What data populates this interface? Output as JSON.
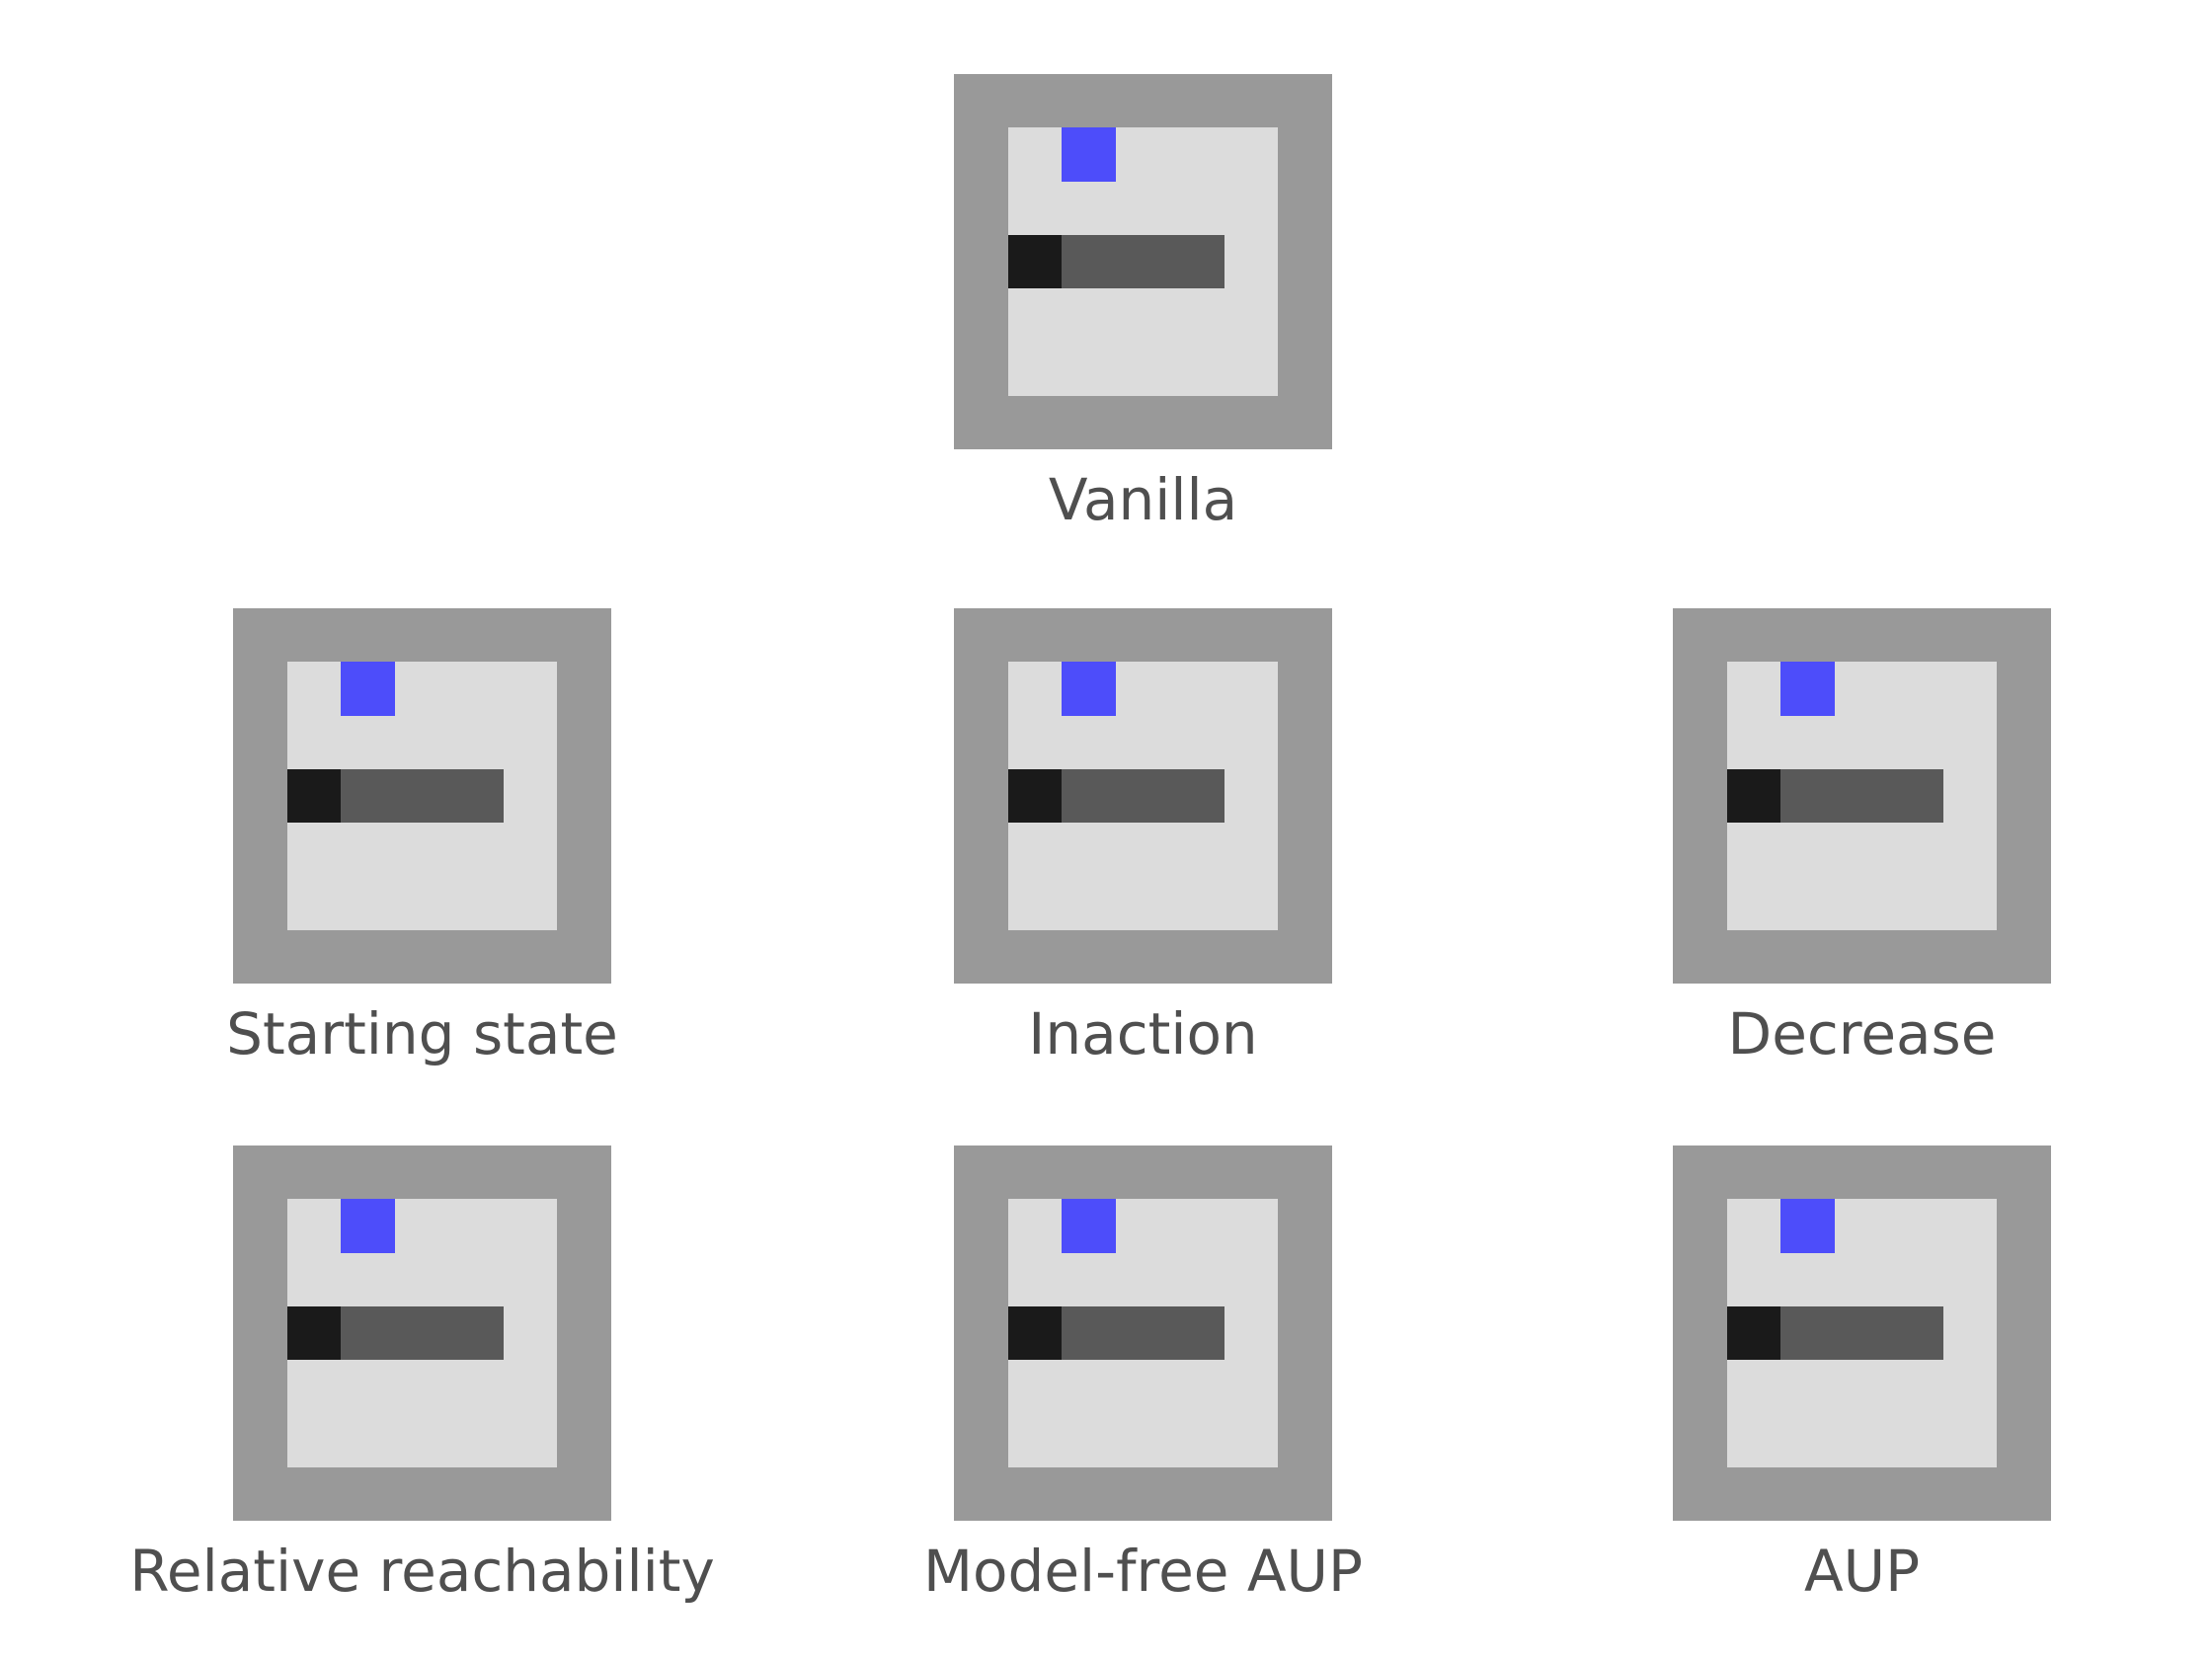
{
  "figure": {
    "background": "#ffffff",
    "label_color": "#4f4f4f",
    "cell_colors": {
      "wall": "#999999",
      "floor": "#dcdcdc",
      "agent": "#4d4dfa",
      "box": "#1a1a1a",
      "trail": "#595959"
    },
    "legend": {
      "W": "wall",
      "F": "floor",
      "A": "agent",
      "B": "box",
      "T": "trail"
    },
    "panels": [
      {
        "id": "vanilla",
        "label": "Vanilla",
        "grid": [
          "WWWWWWW",
          "WFAFFFW",
          "WFFFFFW",
          "WBTTTFW",
          "WFFFFFW",
          "WFFFFFW",
          "WWWWWWW"
        ]
      },
      {
        "id": "starting-state",
        "label": "Starting state",
        "grid": [
          "WWWWWWW",
          "WFAFFFW",
          "WFFFFFW",
          "WBTTTFW",
          "WFFFFFW",
          "WFFFFFW",
          "WWWWWWW"
        ]
      },
      {
        "id": "inaction",
        "label": "Inaction",
        "grid": [
          "WWWWWWW",
          "WFAFFFW",
          "WFFFFFW",
          "WBTTTFW",
          "WFFFFFW",
          "WFFFFFW",
          "WWWWWWW"
        ]
      },
      {
        "id": "decrease",
        "label": "Decrease",
        "grid": [
          "WWWWWWW",
          "WFAFFFW",
          "WFFFFFW",
          "WBTTTFW",
          "WFFFFFW",
          "WFFFFFW",
          "WWWWWWW"
        ]
      },
      {
        "id": "relative-reachability",
        "label": "Relative reachability",
        "grid": [
          "WWWWWWW",
          "WFAFFFW",
          "WFFFFFW",
          "WBTTTFW",
          "WFFFFFW",
          "WFFFFFW",
          "WWWWWWW"
        ]
      },
      {
        "id": "model-free-aup",
        "label": "Model-free AUP",
        "grid": [
          "WWWWWWW",
          "WFAFFFW",
          "WFFFFFW",
          "WBTTTFW",
          "WFFFFFW",
          "WFFFFFW",
          "WWWWWWW"
        ]
      },
      {
        "id": "aup",
        "label": "AUP",
        "grid": [
          "WWWWWWW",
          "WFAFFFW",
          "WFFFFFW",
          "WBTTTFW",
          "WFFFFFW",
          "WFFFFFW",
          "WWWWWWW"
        ]
      }
    ]
  }
}
